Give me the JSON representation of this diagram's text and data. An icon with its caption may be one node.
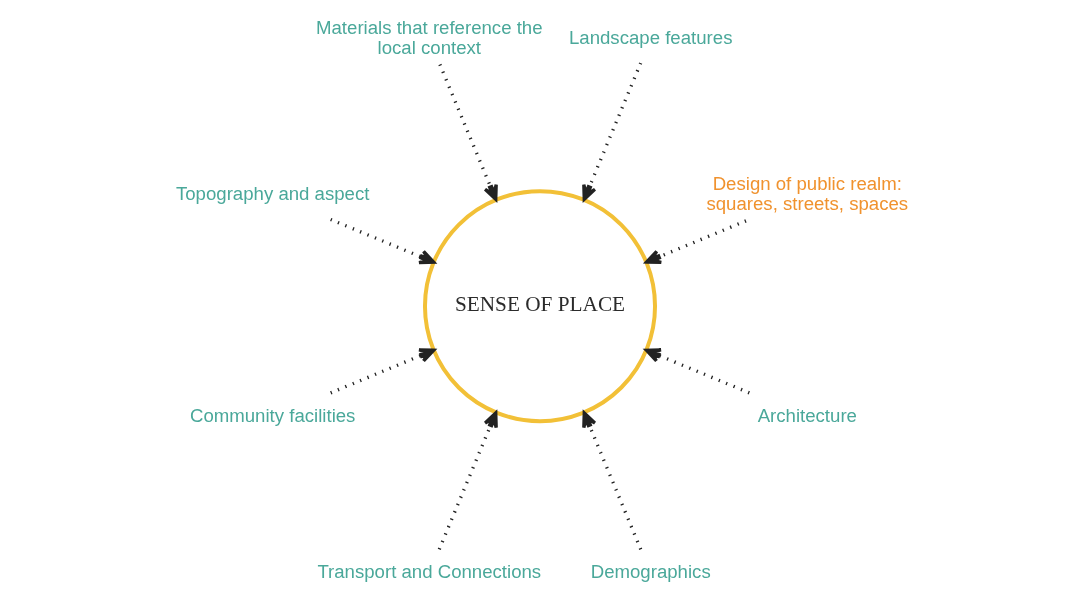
{
  "diagram": {
    "nodes": [
      {
        "text": [
          "Design of public realm: squares, streets, spaces"
        ]
      },
      {
        "text": [
          "Landscape features"
        ]
      },
      {
        "text": [
          "Materials that reference the local context"
        ]
      },
      {
        "text": [
          "Topography and aspect"
        ]
      },
      {
        "text": [
          "SENSE OF PLACE"
        ]
      },
      {
        "text": [
          "Community facilities"
        ]
      },
      {
        "text": [
          "Transport and Connections"
        ]
      },
      {
        "text": [
          "Demographics"
        ]
      },
      {
        "text": [
          "Architecture"
        ]
      }
    ],
    "edges": [
      {
        "from": 0,
        "to": 4,
        "arrow": "to"
      },
      {
        "from": 1,
        "to": 4,
        "arrow": "to"
      },
      {
        "from": 2,
        "to": 4,
        "arrow": "to"
      },
      {
        "from": 3,
        "to": 4,
        "arrow": "to"
      },
      {
        "from": 5,
        "to": 4,
        "arrow": "to"
      },
      {
        "from": 6,
        "to": 4,
        "arrow": "to"
      },
      {
        "from": 7,
        "to": 4,
        "arrow": "to"
      },
      {
        "from": 8,
        "to": 4,
        "arrow": "to"
      }
    ]
  }
}
